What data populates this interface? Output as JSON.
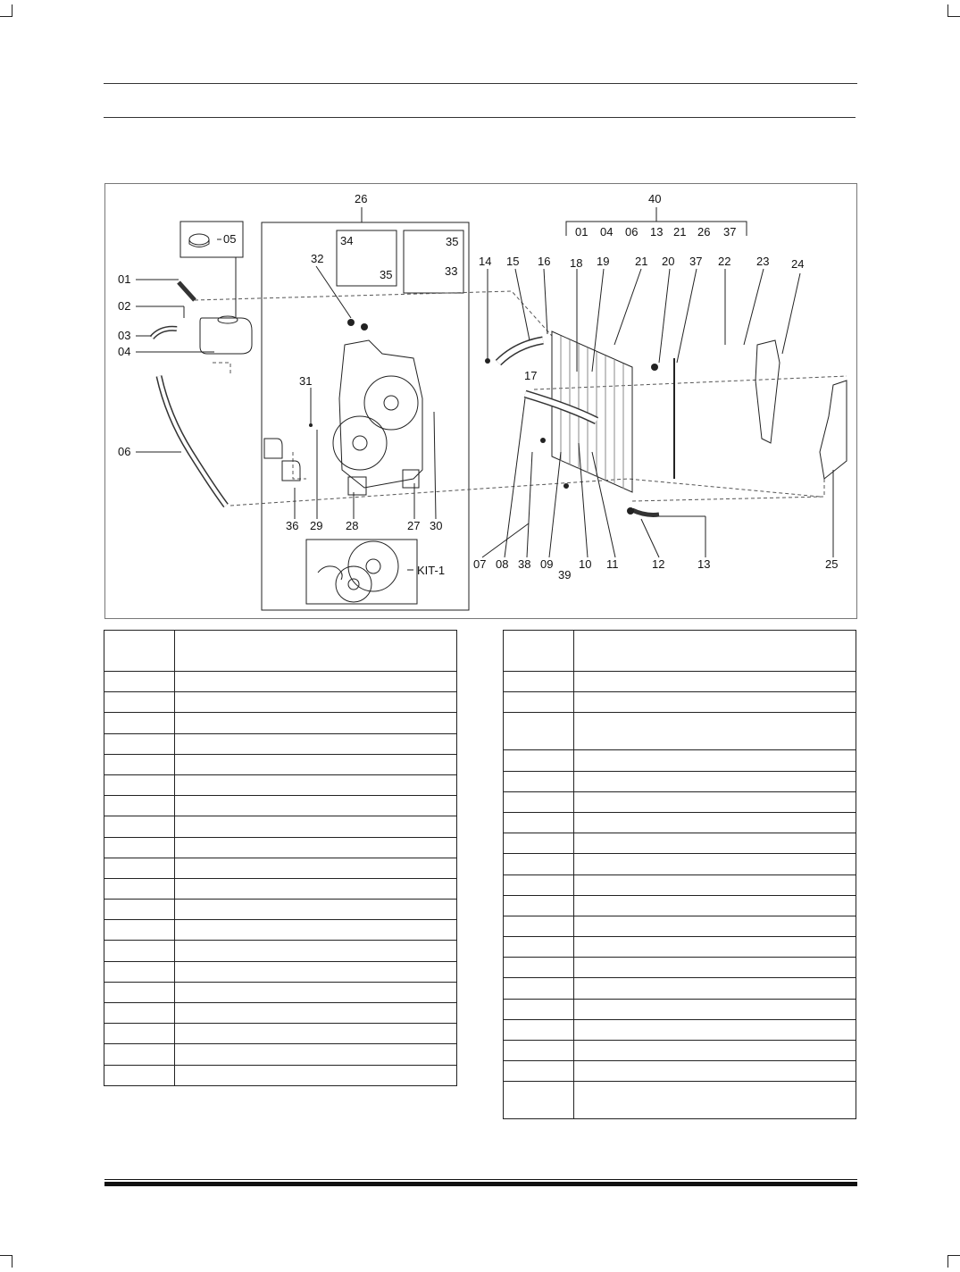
{
  "diagram": {
    "callouts": [
      "01",
      "02",
      "03",
      "04",
      "05",
      "06",
      "07",
      "08",
      "09",
      "10",
      "11",
      "12",
      "13",
      "14",
      "15",
      "16",
      "17",
      "18",
      "19",
      "20",
      "21",
      "22",
      "23",
      "24",
      "25",
      "26",
      "27",
      "28",
      "29",
      "30",
      "31",
      "32",
      "33",
      "34",
      "35",
      "36",
      "37",
      "38",
      "39",
      "40"
    ],
    "labels": {
      "c01": "01",
      "c02": "02",
      "c03": "03",
      "c04": "04",
      "c05": "05",
      "c06": "06",
      "c07": "07",
      "c08": "08",
      "c09": "09",
      "c10": "10",
      "c11": "11",
      "c12": "12",
      "c13": "13",
      "c14": "14",
      "c15": "15",
      "c16": "16",
      "c17": "17",
      "c18": "18",
      "c19": "19",
      "c20": "20",
      "c21": "21",
      "c22": "22",
      "c23": "23",
      "c24": "24",
      "c25": "25",
      "c26": "26",
      "c27": "27",
      "c28": "28",
      "c29": "29",
      "c30": "30",
      "c31": "31",
      "c32": "32",
      "c33": "33",
      "c34": "34",
      "c35a": "35",
      "c35b": "35",
      "c36": "36",
      "c37": "37",
      "c38": "38",
      "c39": "39",
      "c40": "40",
      "kit": "KIT-1",
      "k40_01": "01",
      "k40_04": "04",
      "k40_06": "06",
      "k40_13": "13",
      "k40_21": "21",
      "k40_26": "26",
      "k40_37": "37"
    }
  },
  "tables": {
    "left_rows": 21,
    "right_rows": 21
  }
}
